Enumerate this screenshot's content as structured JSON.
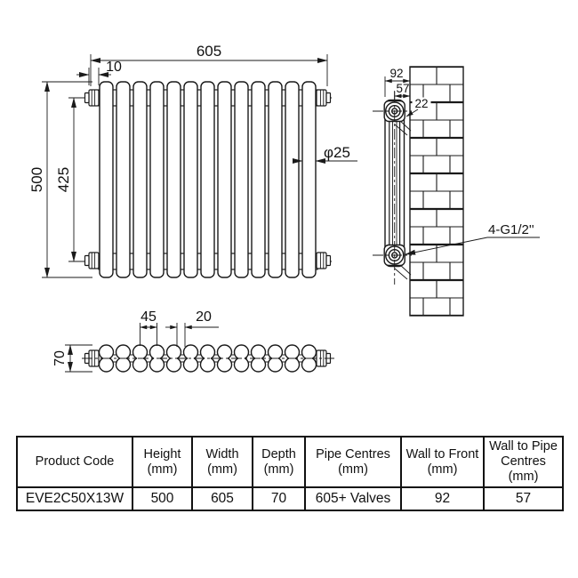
{
  "drawing": {
    "front_view": {
      "overall_width": "605",
      "inlet_offset": "10",
      "overall_height": "500",
      "tapping_centres": "425",
      "column_diameter": "φ25"
    },
    "side_view": {
      "wall_to_front": "92",
      "wall_to_pipe_centres": "57",
      "wall_gap": "22",
      "connections": "4-G1/2''"
    },
    "top_view": {
      "section_pitch": "45",
      "section_gap": "20",
      "depth": "70"
    }
  },
  "table": {
    "headers": [
      {
        "title": "Product Code",
        "unit": ""
      },
      {
        "title": "Height",
        "unit": "(mm)"
      },
      {
        "title": "Width",
        "unit": "(mm)"
      },
      {
        "title": "Depth",
        "unit": "(mm)"
      },
      {
        "title": "Pipe Centres",
        "unit": "(mm)"
      },
      {
        "title": "Wall to Front",
        "unit": "(mm)"
      },
      {
        "title": "Wall to Pipe Centres",
        "unit": "(mm)"
      }
    ],
    "rows": [
      [
        "EVE2C50X13W",
        "500",
        "605",
        "70",
        "605+ Valves",
        "92",
        "57"
      ]
    ]
  },
  "colors": {
    "line": "#1a1a1a",
    "background": "#ffffff"
  }
}
